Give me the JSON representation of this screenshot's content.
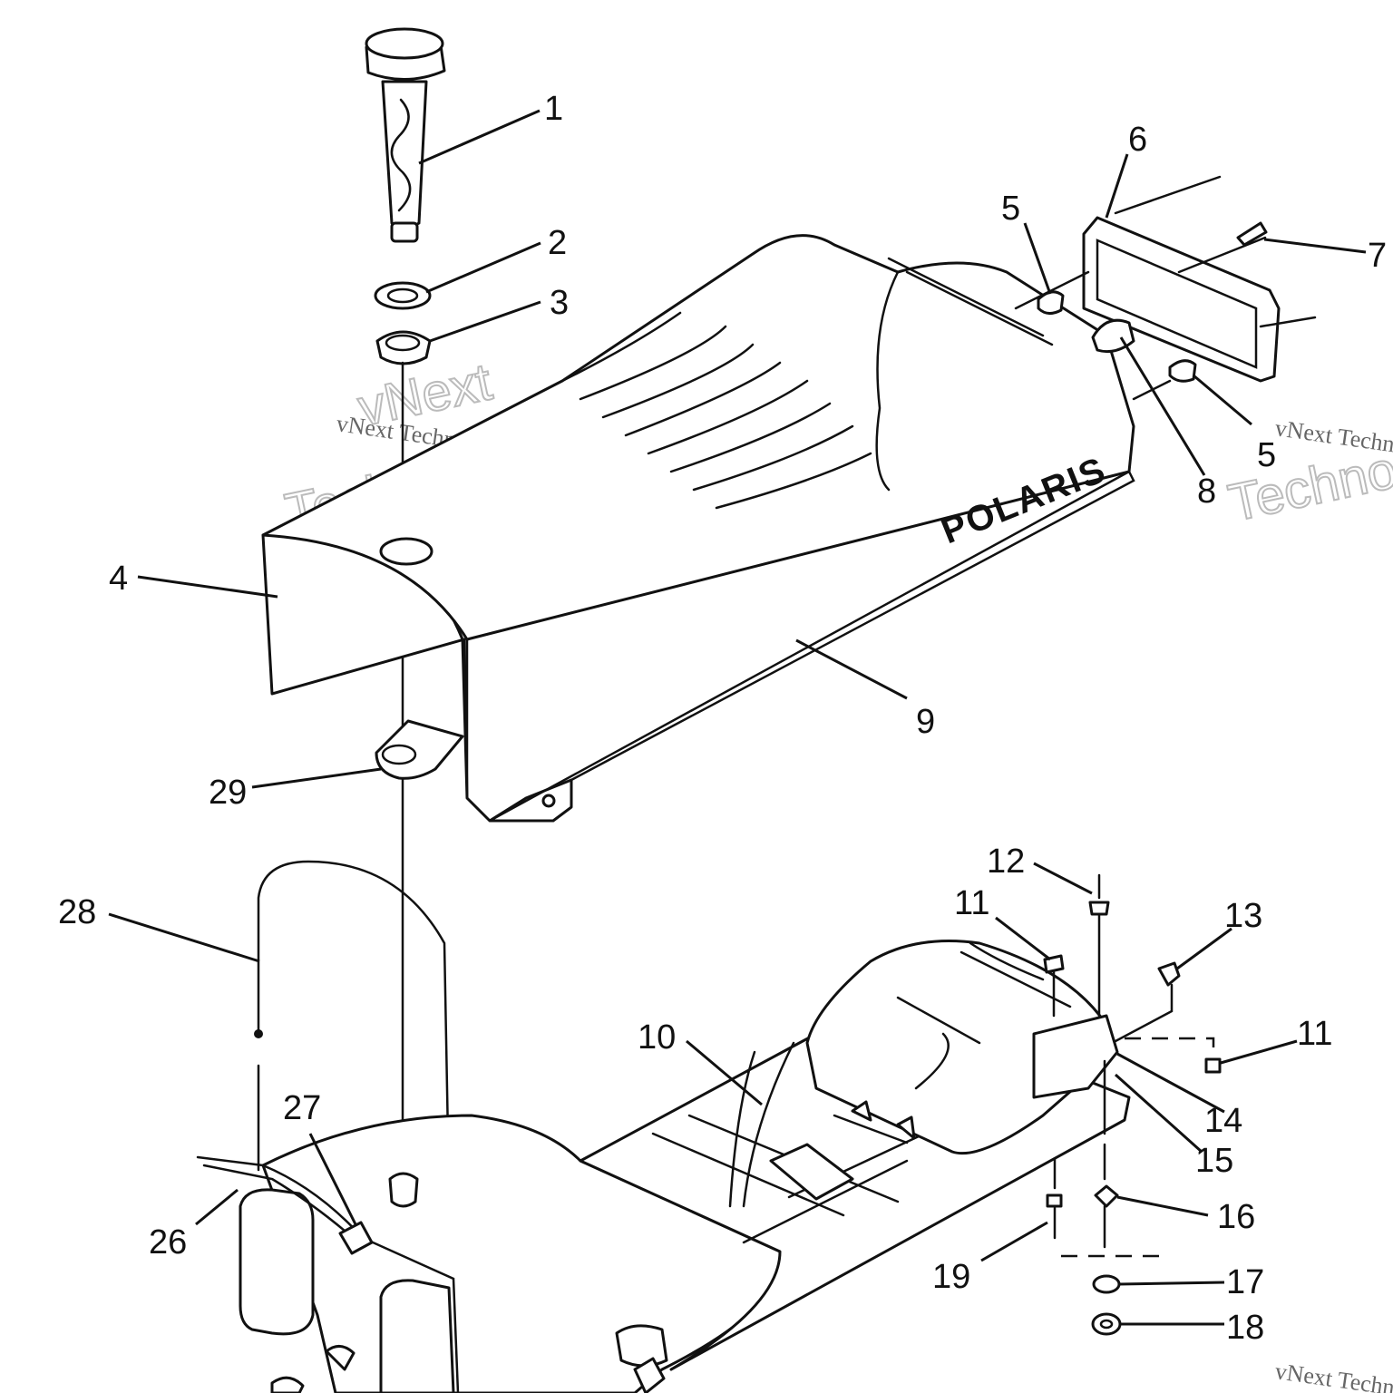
{
  "brand_label": "POLARIS",
  "watermark": {
    "line1": "vNext",
    "line2": "Technologies",
    "small": "vNext Technologies"
  },
  "callouts": [
    "1",
    "2",
    "3",
    "4",
    "5",
    "5",
    "6",
    "7",
    "8",
    "9",
    "10",
    "11",
    "11",
    "12",
    "13",
    "14",
    "15",
    "16",
    "17",
    "18",
    "19",
    "26",
    "27",
    "28",
    "29"
  ]
}
